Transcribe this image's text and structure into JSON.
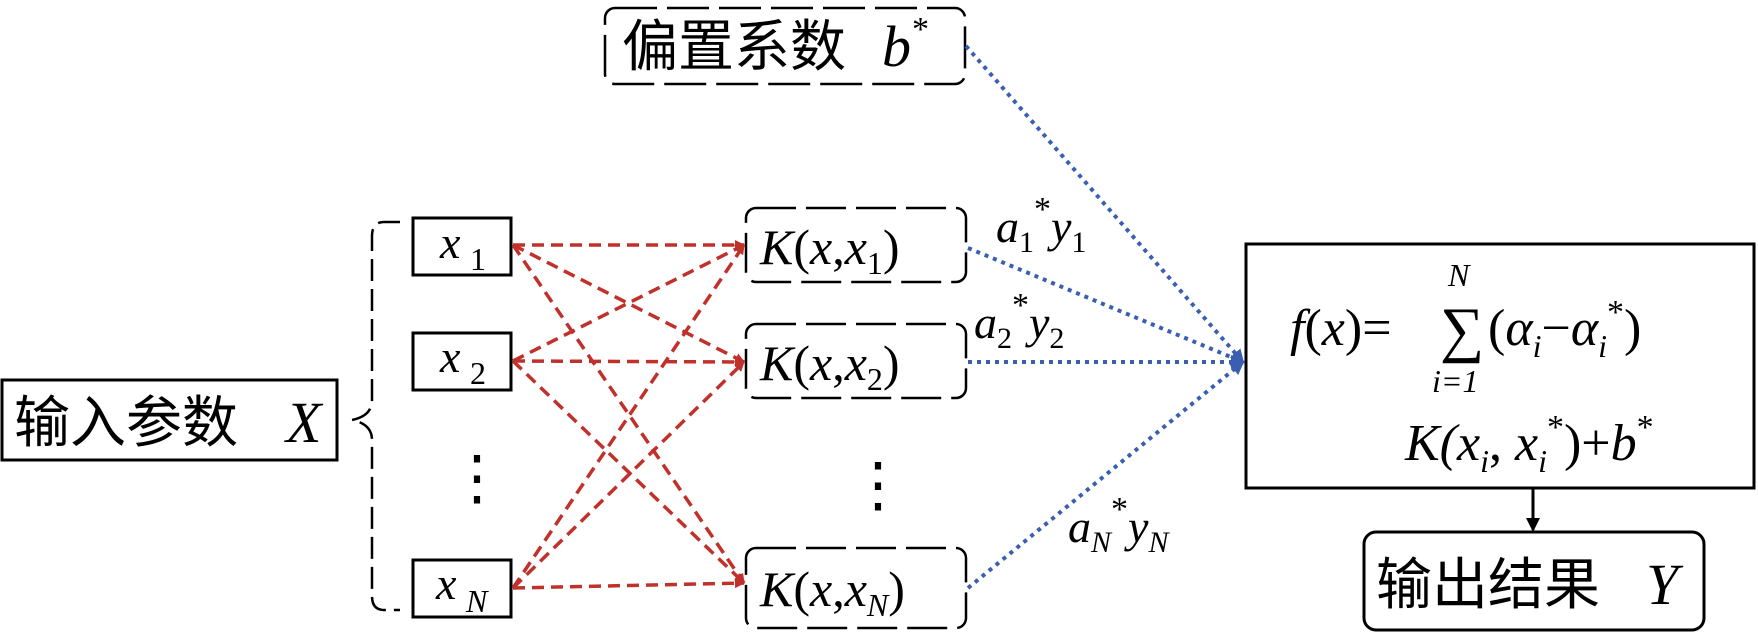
{
  "colors": {
    "ink": "#000000",
    "input_links": "#c0312b",
    "output_links": "#3b5fb0"
  },
  "bias": {
    "label_cn": "偏置系数",
    "symbol": "b",
    "sup": "*"
  },
  "input": {
    "label_cn": "输入参数",
    "symbol": "X"
  },
  "inputs": [
    {
      "base": "x",
      "sub": "1"
    },
    {
      "base": "x",
      "sub": "2"
    },
    {
      "base": "x",
      "sub": "N"
    }
  ],
  "ellipsis": "⋮",
  "kernels": [
    {
      "k": "K",
      "open": "(",
      "x": "x",
      "comma": ",",
      "xi": "x",
      "sub": "1",
      "close": ")"
    },
    {
      "k": "K",
      "open": "(",
      "x": "x",
      "comma": ",",
      "xi": "x",
      "sub": "2",
      "close": ")"
    },
    {
      "k": "K",
      "open": "(",
      "x": "x",
      "comma": ",",
      "xi": "x",
      "sub": "N",
      "close": ")"
    }
  ],
  "weights": [
    {
      "a": "a",
      "a_sub": "1",
      "sup": "*",
      "y": "y",
      "y_sub": "1"
    },
    {
      "a": "a",
      "a_sub": "2",
      "sup": "*",
      "y": "y",
      "y_sub": "2"
    },
    {
      "a": "a",
      "a_sub": "N",
      "sup": "*",
      "y": "y",
      "y_sub": "N"
    }
  ],
  "formula": {
    "f": "f",
    "lp": "(",
    "x": "x",
    "rp_eq": ")=",
    "sigma": "∑",
    "upper": "N",
    "lower": "i=1",
    "open": "(",
    "alpha1": "α",
    "sub_i1": "i",
    "minus": "−",
    "alpha2": "α",
    "sub_i2": "i",
    "star1": "*",
    "close": ")",
    "line2_k": "K(",
    "line2_x1": "x",
    "line2_sub1": "i",
    "line2_comma": ", ",
    "line2_x2": "x",
    "line2_sub2": "i",
    "line2_star": "*",
    "line2_close": ")+",
    "line2_b": "b",
    "line2_bstar": "*"
  },
  "output": {
    "label_cn": "输出结果",
    "symbol": "Y"
  }
}
